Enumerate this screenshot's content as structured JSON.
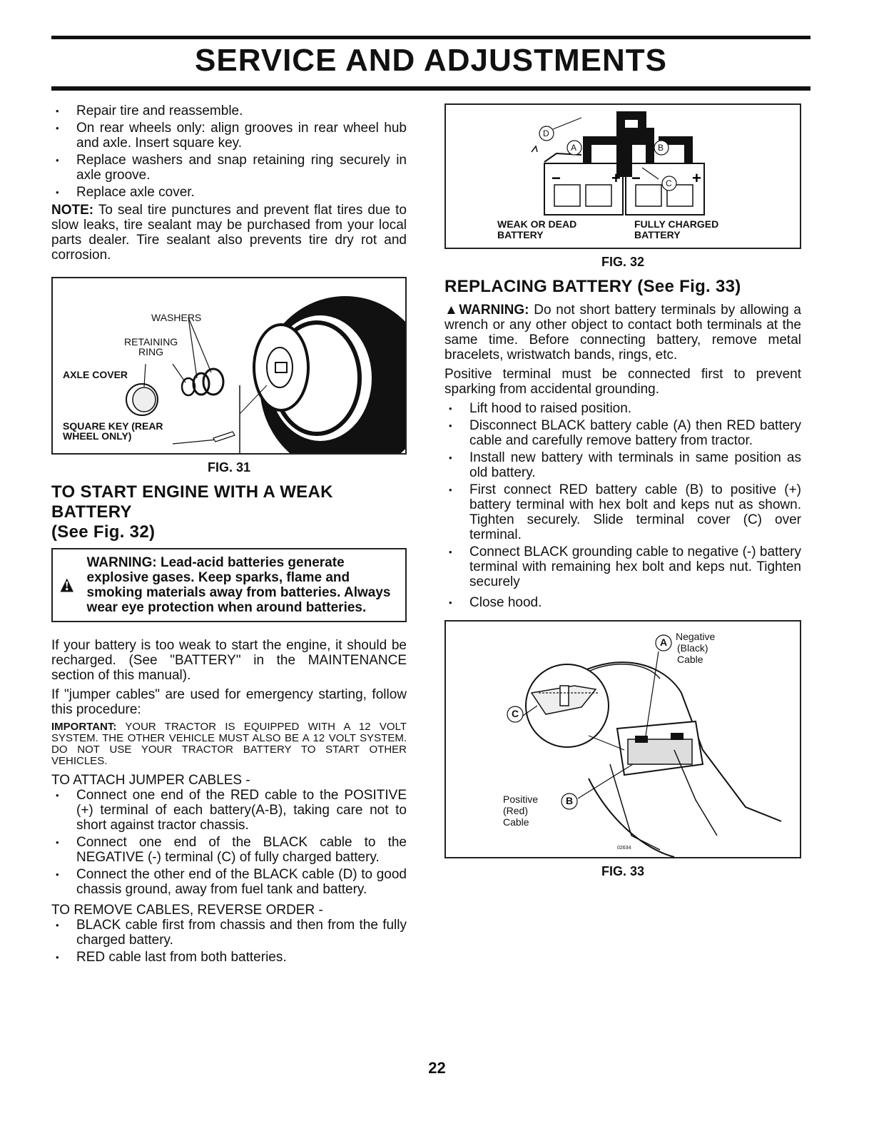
{
  "page": {
    "title": "SERVICE AND ADJUSTMENTS",
    "page_number": "22"
  },
  "left": {
    "bullets_top": [
      "Repair tire and reassemble.",
      "On rear wheels only: align grooves in rear wheel hub and axle. Insert square key.",
      "Replace washers and snap retaining ring securely in axle groove.",
      "Replace axle cover."
    ],
    "note_label": "NOTE:",
    "note_text": " To seal tire punctures and prevent flat tires due to slow leaks, tire sealant may be purchased from your local parts dealer. Tire sealant also prevents tire dry rot and corrosion.",
    "fig31": {
      "washers": "WASHERS",
      "retaining_ring_1": "RETAINING",
      "retaining_ring_2": "RING",
      "axle_cover": "AXLE COVER",
      "square_key_1": "SQUARE KEY (REAR",
      "square_key_2": "WHEEL ONLY)",
      "caption": "FIG. 31"
    },
    "weak_heading_1": "TO START ENGINE WITH A WEAK BATTERY",
    "weak_heading_2": "(See Fig. 32)",
    "warning_text": "WARNING: Lead-acid batteries generate explosive gases. Keep sparks, flame and smoking materials away from batteries. Always wear eye protection when around batteries.",
    "para1": "If your battery is too weak to start the engine, it should be recharged. (See \"BATTERY\" in the MAINTENANCE section of this manual).",
    "para2": "If \"jumper cables\" are used for emergency starting, follow this procedure:",
    "important_label": "IMPORTANT:",
    "important_text": " YOUR TRACTOR IS EQUIPPED WITH A 12 VOLT SYSTEM. THE OTHER VEHICLE MUST ALSO BE A 12 VOLT SYSTEM. DO NOT USE YOUR TRACTOR BATTERY TO START OTHER VEHICLES.",
    "attach_heading": "TO ATTACH JUMPER CABLES -",
    "attach_bullets": [
      "Connect one end of the RED cable to the POSITIVE (+) terminal of each battery(A-B), taking care not to short against tractor chassis.",
      "Connect one end of the BLACK cable to the NEGATIVE (-) terminal (C) of fully charged battery.",
      "Connect the other end of the BLACK cable (D) to good chassis ground, away from fuel tank and battery."
    ],
    "remove_heading": "TO REMOVE CABLES, REVERSE ORDER -",
    "remove_bullets": [
      "BLACK cable first from chassis and then from the fully charged battery.",
      "RED cable last from both batteries."
    ]
  },
  "right": {
    "fig32": {
      "weak_1": "WEAK OR DEAD",
      "weak_2": "BATTERY",
      "full_1": "FULLY CHARGED",
      "full_2": "BATTERY",
      "d": "D",
      "a": "A",
      "b": "B",
      "c": "C",
      "caption": "FIG. 32"
    },
    "replacing_heading": "REPLACING BATTERY (See Fig. 33)",
    "warn_label": "WARNING:",
    "warn_text": " Do not short battery terminals by allowing a wrench or any other object to contact both terminals at the same time. Before connecting battery, remove metal bracelets, wristwatch bands, rings, etc.",
    "positive_para": "Positive terminal must be connected first to prevent sparking from accidental grounding.",
    "bullets": [
      "Lift hood to raised position.",
      "Disconnect BLACK battery cable (A) then RED battery cable and carefully remove battery from tractor.",
      "Install new battery with terminals in same position as old battery.",
      "First connect RED battery cable (B) to positive (+) battery terminal with hex bolt and keps nut as shown. Tighten securely. Slide terminal cover (C) over terminal.",
      "Connect BLACK grounding cable to negative (-) battery terminal with remaining hex bolt and keps nut. Tighten securely",
      "Close hood."
    ],
    "fig33": {
      "neg_1": "Negative",
      "neg_2": "(Black)",
      "neg_3": "Cable",
      "pos_1": "Positive",
      "pos_2": "(Red)",
      "pos_3": "Cable",
      "a": "A",
      "b": "B",
      "c": "C",
      "code": "02634",
      "caption": "FIG. 33"
    }
  }
}
